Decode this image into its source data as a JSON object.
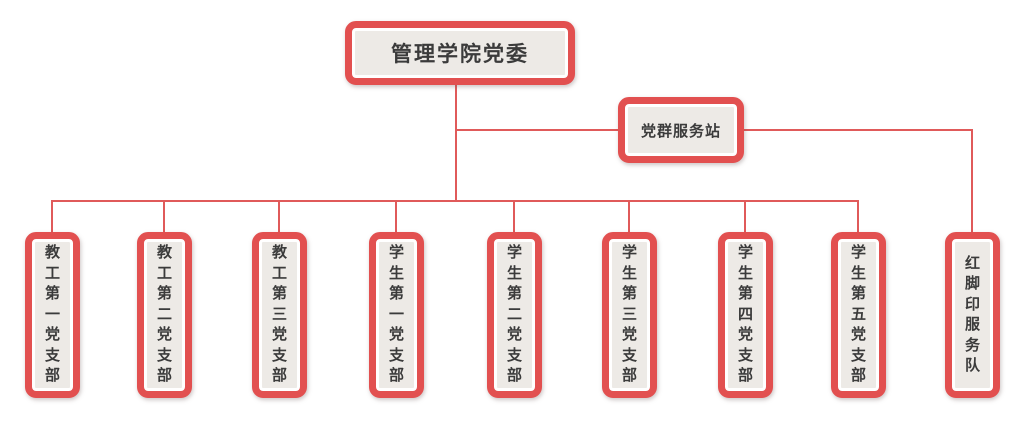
{
  "diagram": {
    "root": {
      "label": "管理学院党委"
    },
    "station": {
      "label": "党群服务站"
    },
    "branches": [
      {
        "label": "教工第一党支部"
      },
      {
        "label": "教工第二党支部"
      },
      {
        "label": "教工第三党支部"
      },
      {
        "label": "学生第一党支部"
      },
      {
        "label": "学生第二党支部"
      },
      {
        "label": "学生第三党支部"
      },
      {
        "label": "学生第四党支部"
      },
      {
        "label": "学生第五党支部"
      }
    ],
    "service_team": {
      "label": "红脚印服务队"
    },
    "colors": {
      "node_border": "#e25050",
      "connector": "#e05a5a",
      "node_fill": "#edeae6",
      "inner_ring": "#ffffff",
      "text": "#3b3b3b",
      "background": "#ffffff"
    }
  }
}
